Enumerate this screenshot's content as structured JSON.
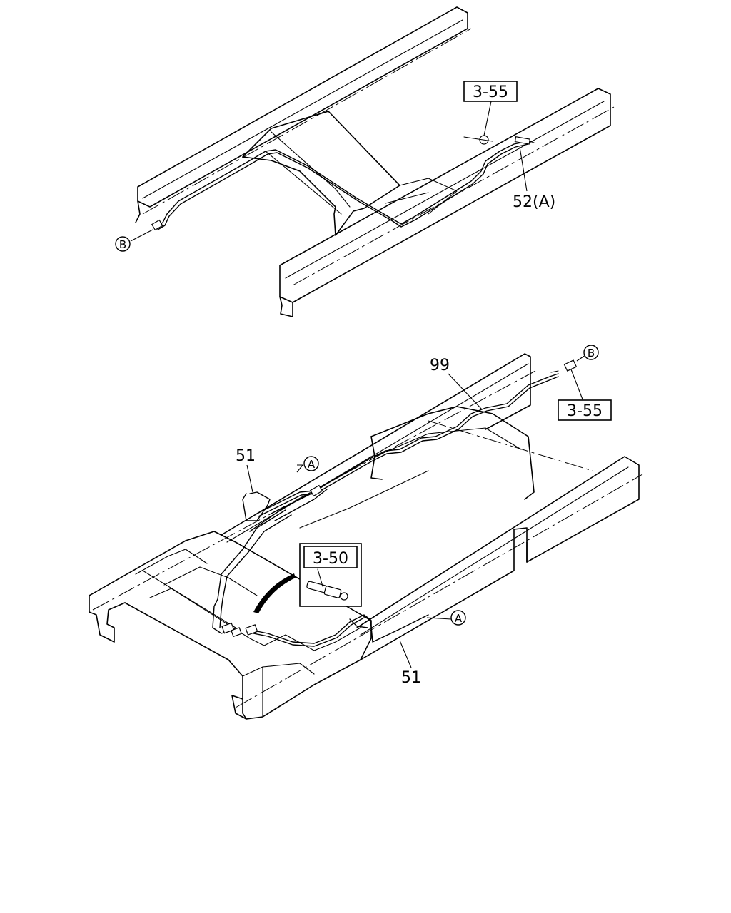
{
  "upper_view": {
    "ref_box_top": "3-55",
    "label_52a": "52(A)",
    "connector_b": "B"
  },
  "lower_view": {
    "label_99": "99",
    "connector_b": "B",
    "ref_box_right": "3-55",
    "label_51_top": "51",
    "connector_a_top": "A",
    "ref_box_inset": "3-50",
    "connector_a_bottom": "A",
    "label_51_bottom": "51"
  }
}
